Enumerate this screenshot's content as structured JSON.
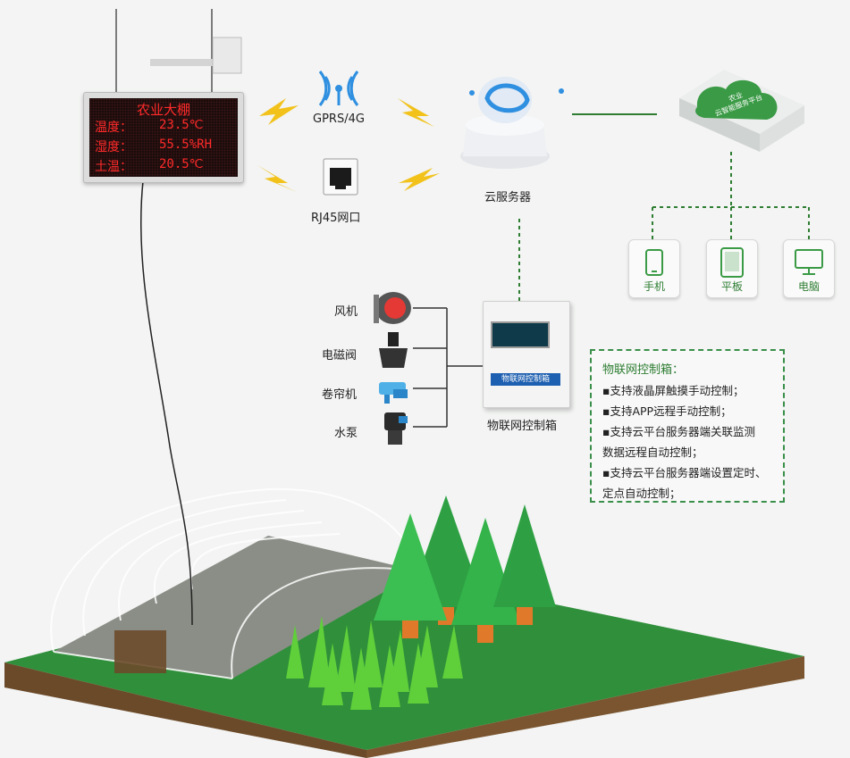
{
  "led_display": {
    "title": "农业大棚",
    "rows": [
      {
        "label": "温度：",
        "value": "23.5℃"
      },
      {
        "label": "湿度：",
        "value": "55.5%RH"
      },
      {
        "label": "土温：",
        "value": "20.5℃"
      }
    ]
  },
  "network": {
    "gprs_label": "GPRS/4G",
    "rj45_label": "RJ45网口",
    "cloud_server_label": "云服务器"
  },
  "cloud_platform": {
    "line1": "农业",
    "line2": "云智能服务平台"
  },
  "devices": [
    {
      "label": "手机"
    },
    {
      "label": "平板"
    },
    {
      "label": "电脑"
    }
  ],
  "actuators": [
    {
      "label": "风机"
    },
    {
      "label": "电磁阀"
    },
    {
      "label": "卷帘机"
    },
    {
      "label": "水泵"
    }
  ],
  "control_box": {
    "plate_text": "物联网控制箱",
    "caption": "物联网控制箱"
  },
  "info_panel": {
    "title": "物联网控制箱：",
    "lines": [
      "▪支持液晶屏触摸手动控制；",
      "▪支持APP远程手动控制；",
      "▪支持云平台服务器端关联监测",
      "数据远程自动控制；",
      "▪支持云平台服务器端设置定时、",
      "定点自动控制；"
    ]
  },
  "colors": {
    "led_text": "#ff2a2a",
    "accent_green": "#2e7d32",
    "platform_green": "#3a9a45",
    "bolt_yellow": "#f2c21b",
    "server_blue": "#2f8fe0"
  }
}
